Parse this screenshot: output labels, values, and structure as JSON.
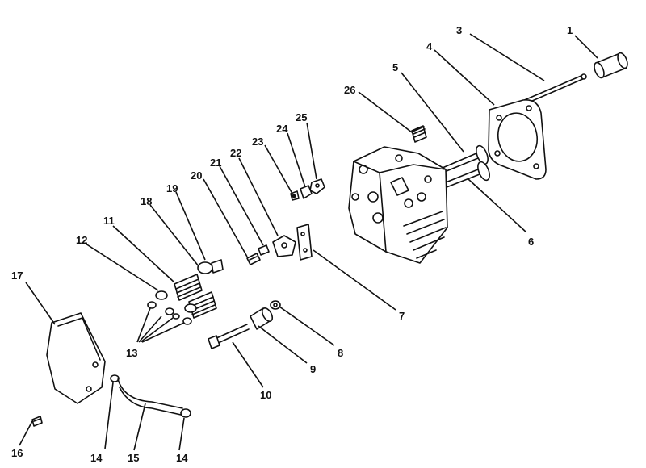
{
  "callouts": [
    {
      "id": "c1",
      "label": "1"
    },
    {
      "id": "c2",
      "label": "3"
    },
    {
      "id": "c3",
      "label": "4"
    },
    {
      "id": "c4",
      "label": "5"
    },
    {
      "id": "c5",
      "label": "26"
    },
    {
      "id": "c6",
      "label": "25"
    },
    {
      "id": "c7",
      "label": "24"
    },
    {
      "id": "c8",
      "label": "23"
    },
    {
      "id": "c9",
      "label": "22"
    },
    {
      "id": "c10",
      "label": "21"
    },
    {
      "id": "c11",
      "label": "20"
    },
    {
      "id": "c12",
      "label": "19"
    },
    {
      "id": "c13",
      "label": "18"
    },
    {
      "id": "c14",
      "label": "11"
    },
    {
      "id": "c15",
      "label": "12"
    },
    {
      "id": "c16",
      "label": "17"
    },
    {
      "id": "c17",
      "label": "6"
    },
    {
      "id": "c18",
      "label": "7"
    },
    {
      "id": "c19",
      "label": "8"
    },
    {
      "id": "c20",
      "label": "9"
    },
    {
      "id": "c21",
      "label": "10"
    },
    {
      "id": "c22",
      "label": "13"
    },
    {
      "id": "c23",
      "label": "14"
    },
    {
      "id": "c24",
      "label": "15"
    },
    {
      "id": "c25",
      "label": "14"
    },
    {
      "id": "c26",
      "label": "16"
    }
  ]
}
